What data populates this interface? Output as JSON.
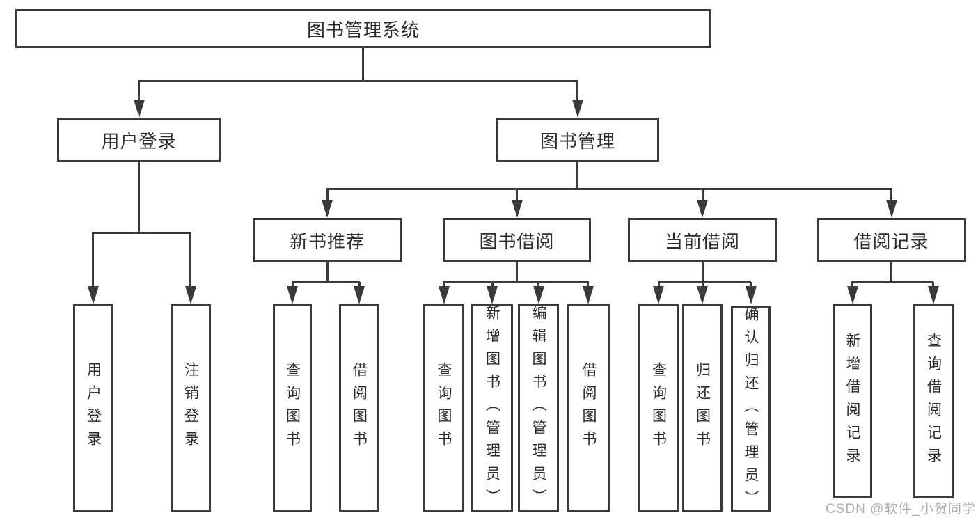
{
  "diagram": {
    "type": "tree",
    "direction": "top-down",
    "tree": {
      "label": "图书管理系统",
      "children": [
        {
          "label": "用户登录",
          "children": [
            {
              "label": "用户登录"
            },
            {
              "label": "注销登录"
            }
          ]
        },
        {
          "label": "图书管理",
          "children": [
            {
              "label": "新书推荐",
              "children": [
                {
                  "label": "查询图书"
                },
                {
                  "label": "借阅图书"
                }
              ]
            },
            {
              "label": "图书借阅",
              "children": [
                {
                  "label": "查询图书"
                },
                {
                  "label": "新增图书（管理员）"
                },
                {
                  "label": "编辑图书（管理员）"
                },
                {
                  "label": "借阅图书"
                }
              ]
            },
            {
              "label": "当前借阅",
              "children": [
                {
                  "label": "查询图书"
                },
                {
                  "label": "归还图书"
                },
                {
                  "label": "确认归还（管理员）"
                }
              ]
            },
            {
              "label": "借阅记录",
              "children": [
                {
                  "label": "新增借阅记录"
                },
                {
                  "label": "查询借阅记录"
                }
              ]
            }
          ]
        }
      ]
    }
  },
  "watermark": {
    "text": "CSDN @软件_小贺同学"
  },
  "colors": {
    "line": "#3a3a3a",
    "text": "#2d2d2d",
    "watermark": "#b2aeae",
    "background": "#ffffff"
  }
}
